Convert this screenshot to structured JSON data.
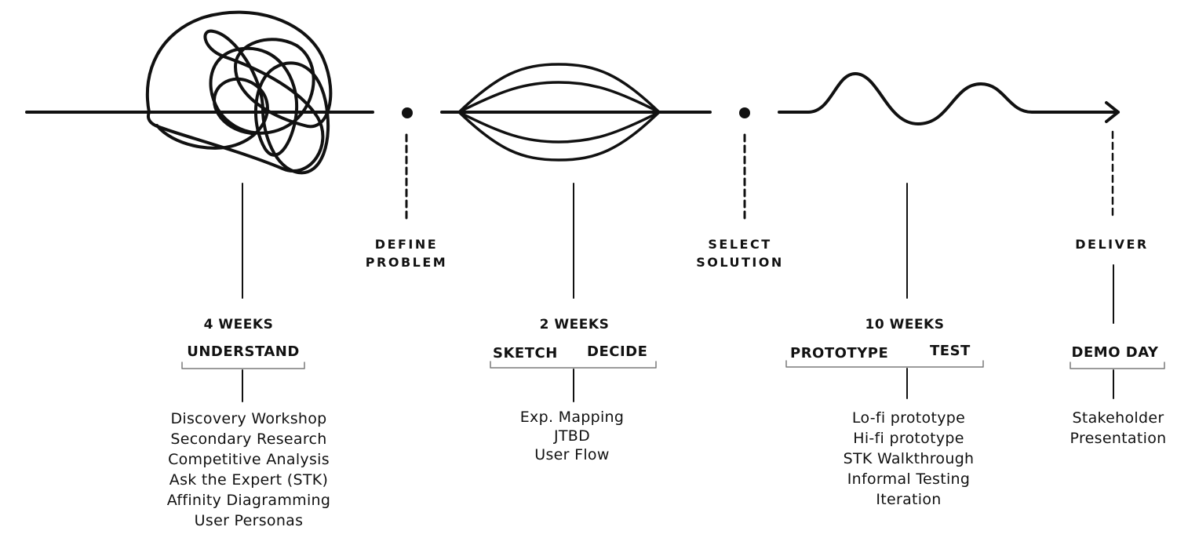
{
  "milestones": {
    "define": [
      "DEFINE",
      "PROBLEM"
    ],
    "select": [
      "SELECT",
      "SOLUTION"
    ],
    "deliver": [
      "DELIVER"
    ]
  },
  "stages": {
    "understand": {
      "duration": "4 WEEKS",
      "phases": [
        "UNDERSTAND"
      ],
      "activities": [
        "Discovery Workshop",
        "Secondary Research",
        "Competitive Analysis",
        "Ask the Expert (STK)",
        "Affinity Diagramming",
        "User Personas"
      ]
    },
    "sketch": {
      "duration": "2 WEEKS",
      "phases": [
        "SKETCH",
        "DECIDE"
      ],
      "activities": [
        "Exp. Mapping",
        "JTBD",
        "User Flow"
      ]
    },
    "prototype": {
      "duration": "10 WEEKS",
      "phases": [
        "PROTOTYPE",
        "TEST"
      ],
      "activities": [
        "Lo-fi prototype",
        "Hi-fi prototype",
        "STK Walkthrough",
        "Informal Testing",
        "Iteration"
      ]
    },
    "demo": {
      "phases": [
        "DEMO DAY"
      ],
      "activities": [
        "Stakeholder",
        "Presentation"
      ]
    }
  },
  "colors": {
    "ink": "#111111",
    "bracket": "#7a7a7a",
    "background": "#ffffff"
  }
}
